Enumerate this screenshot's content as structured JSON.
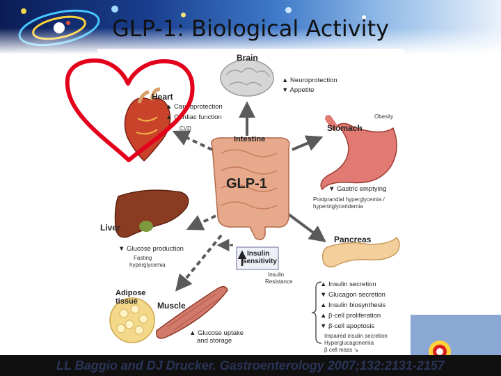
{
  "slide": {
    "title": "GLP-1: Biological Activity",
    "citation": "LL Baggio and DJ Drucker. Gastroenterology 2007;132:2131-2157"
  },
  "organs": {
    "brain": {
      "label": "Brain",
      "effects": [
        "Neuroprotection",
        "Appetite"
      ]
    },
    "heart": {
      "label": "Heart",
      "effects": [
        "Cardioprotection",
        "Cardiac function"
      ]
    },
    "stomach": {
      "label": "Stomach",
      "effects": [
        "Gastric emptying"
      ]
    },
    "intestine": {
      "label": "Intestine"
    },
    "glp1": {
      "label": "GLP-1"
    },
    "liver": {
      "label": "Liver",
      "effects": [
        "Glucose production"
      ]
    },
    "pancreas": {
      "label": "Pancreas",
      "effects": [
        "Insulin secretion",
        "Glucagon secretion",
        "Insulin biosynthesis",
        "β-cell proliferation",
        "β-cell apoptosis"
      ]
    },
    "adipose": {
      "label": "Adipose tissue"
    },
    "muscle": {
      "label": "Muscle",
      "effects": [
        "Glucose uptake",
        "and storage"
      ]
    },
    "insulin_sensitivity": {
      "line1": "Insulin",
      "line2": "sensitivity"
    }
  },
  "annotations": {
    "obesity": "Obesity",
    "cvd": "CVD",
    "postprandial": [
      "Postprandial hyperglycemia /",
      "hypertriglyceridemia"
    ],
    "fasting": [
      "Fasting",
      "hyperglycemia"
    ],
    "insulin_resistance": [
      "Insulin",
      "Resistance"
    ],
    "impaired": [
      "Impaired insulin secretion",
      "Hyperglucagonemia",
      "β cell mass ↘"
    ]
  },
  "colors": {
    "heart_outline": "#e3001b",
    "arrow": "#5a5a5a",
    "up_arrow": "#222222"
  },
  "icons": [
    "heart-outline-icon",
    "brain-icon",
    "heart-organ-icon",
    "stomach-icon",
    "intestine-icon",
    "liver-icon",
    "pancreas-icon",
    "adipose-icon",
    "muscle-icon",
    "up-arrow-icon",
    "down-arrow-icon",
    "logo-icon"
  ]
}
